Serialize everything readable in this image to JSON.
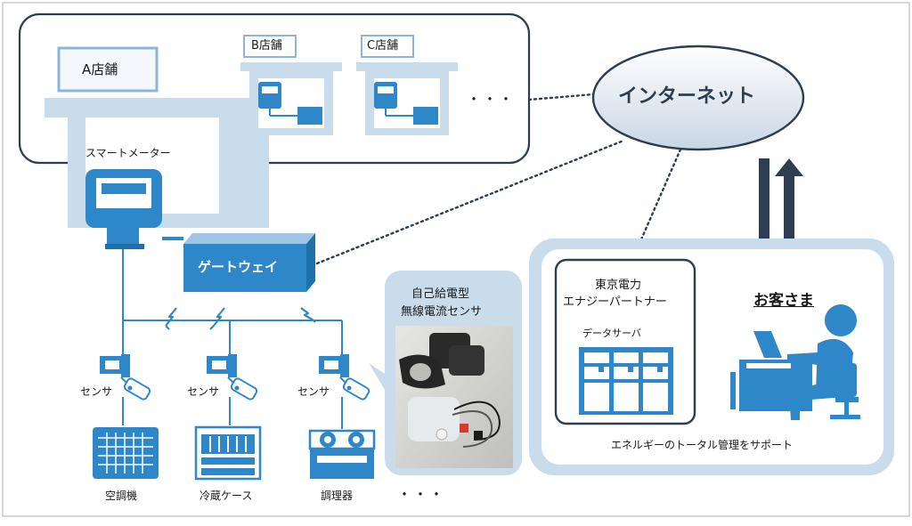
{
  "stores": {
    "a": "A店舗",
    "b": "B店舗",
    "c": "C店舗",
    "ellipsis": "・・・"
  },
  "smart_meter_label": "スマートメーター",
  "gateway_label": "ゲートウェイ",
  "internet_label": "インターネット",
  "sensor_box": {
    "line1": "自己給電型",
    "line2": "無線電流センサ"
  },
  "sensors": [
    "センサ",
    "センサ",
    "センサ"
  ],
  "appliances": [
    "空調機",
    "冷蔵ケース",
    "調理器"
  ],
  "appliances_ellipsis": "・・・",
  "server_box": {
    "line1": "東京電力",
    "line2": "エナジーパートナー",
    "data_server": "データサーバ"
  },
  "customer_label": "お客さま",
  "support_label": "エネルギーのトータル管理をサポート",
  "colors": {
    "frame": "#2c3e50",
    "light_blue": "#c9dcec",
    "mid_blue": "#8fb4d6",
    "accent_blue": "#2e87c8",
    "gray_fill": "#e4e9ef"
  }
}
